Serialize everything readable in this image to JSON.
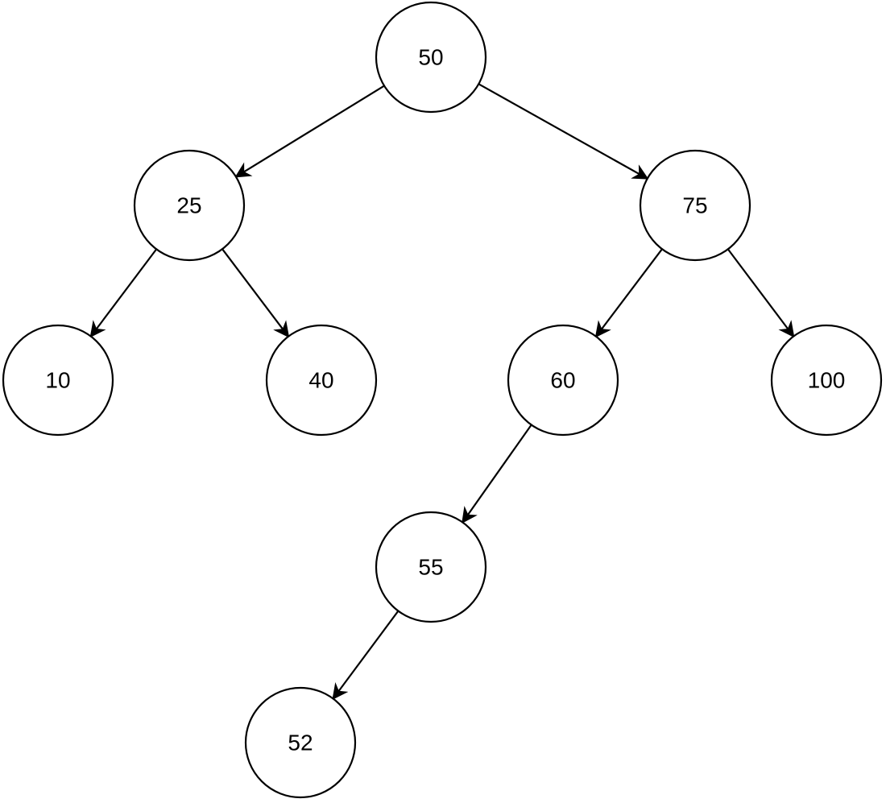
{
  "diagram": {
    "type": "binary-search-tree",
    "nodes": [
      {
        "id": "n50",
        "label": "50"
      },
      {
        "id": "n25",
        "label": "25"
      },
      {
        "id": "n75",
        "label": "75"
      },
      {
        "id": "n10",
        "label": "10"
      },
      {
        "id": "n40",
        "label": "40"
      },
      {
        "id": "n60",
        "label": "60"
      },
      {
        "id": "n100",
        "label": "100"
      },
      {
        "id": "n55",
        "label": "55"
      },
      {
        "id": "n52",
        "label": "52"
      }
    ],
    "edges": [
      {
        "from": "n50",
        "to": "n25"
      },
      {
        "from": "n50",
        "to": "n75"
      },
      {
        "from": "n25",
        "to": "n10"
      },
      {
        "from": "n25",
        "to": "n40"
      },
      {
        "from": "n75",
        "to": "n60"
      },
      {
        "from": "n75",
        "to": "n100"
      },
      {
        "from": "n60",
        "to": "n55"
      },
      {
        "from": "n55",
        "to": "n52"
      }
    ]
  }
}
